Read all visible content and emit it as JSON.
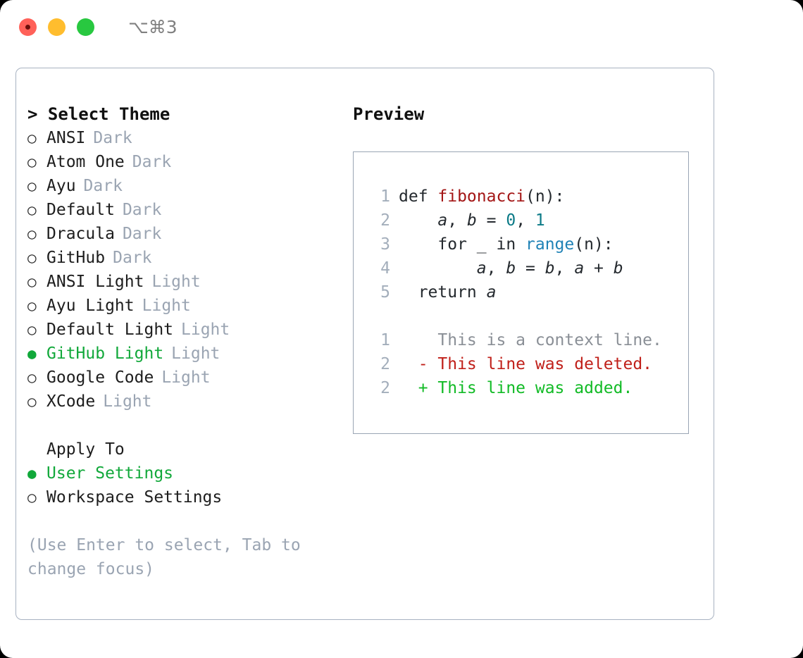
{
  "window": {
    "shortcut": "⌥⌘3",
    "traffic_lights": [
      "close-red",
      "minimize-yellow",
      "maximize-green"
    ],
    "colors": {
      "red": "#ff6159",
      "yellow": "#ffbd2e",
      "green": "#28c840",
      "accent_green": "#11a83a",
      "muted": "#9aa4b2",
      "panel_border": "#a8b2c1"
    }
  },
  "theme_list": {
    "title": "> Select Theme",
    "items": [
      {
        "label": "ANSI",
        "suffix": "Dark",
        "selected": false,
        "bullet": "○"
      },
      {
        "label": "Atom One",
        "suffix": "Dark",
        "selected": false,
        "bullet": "○"
      },
      {
        "label": "Ayu",
        "suffix": "Dark",
        "selected": false,
        "bullet": "○"
      },
      {
        "label": "Default",
        "suffix": "Dark",
        "selected": false,
        "bullet": "○"
      },
      {
        "label": "Dracula",
        "suffix": "Dark",
        "selected": false,
        "bullet": "○"
      },
      {
        "label": "GitHub",
        "suffix": "Dark",
        "selected": false,
        "bullet": "○"
      },
      {
        "label": "ANSI Light",
        "suffix": "Light",
        "selected": false,
        "bullet": "○"
      },
      {
        "label": "Ayu Light",
        "suffix": "Light",
        "selected": false,
        "bullet": "○"
      },
      {
        "label": "Default Light",
        "suffix": "Light",
        "selected": false,
        "bullet": "○"
      },
      {
        "label": "GitHub Light",
        "suffix": "Light",
        "selected": true,
        "bullet": "●"
      },
      {
        "label": "Google Code",
        "suffix": "Light",
        "selected": false,
        "bullet": "○"
      },
      {
        "label": "XCode",
        "suffix": "Light",
        "selected": false,
        "bullet": "○"
      }
    ]
  },
  "apply_to": {
    "title": "Apply To",
    "items": [
      {
        "label": "User Settings",
        "selected": true,
        "bullet": "●"
      },
      {
        "label": "Workspace Settings",
        "selected": false,
        "bullet": "○"
      }
    ]
  },
  "hint": {
    "line1": "(Use Enter to select, Tab to",
    "line2": "change focus)"
  },
  "preview": {
    "title": "Preview",
    "code_lines": [
      {
        "no": "1",
        "tokens": [
          {
            "t": "def ",
            "c": "kw"
          },
          {
            "t": "fibonacci",
            "c": "func"
          },
          {
            "t": "(n):",
            "c": "plain"
          }
        ]
      },
      {
        "no": "2",
        "tokens": [
          {
            "t": "    ",
            "c": "plain"
          },
          {
            "t": "a",
            "c": "var"
          },
          {
            "t": ", ",
            "c": "plain"
          },
          {
            "t": "b",
            "c": "var"
          },
          {
            "t": " = ",
            "c": "plain"
          },
          {
            "t": "0",
            "c": "num"
          },
          {
            "t": ", ",
            "c": "plain"
          },
          {
            "t": "1",
            "c": "num"
          }
        ]
      },
      {
        "no": "3",
        "tokens": [
          {
            "t": "    for _ in ",
            "c": "kw"
          },
          {
            "t": "range",
            "c": "builtin"
          },
          {
            "t": "(n):",
            "c": "plain"
          }
        ]
      },
      {
        "no": "4",
        "tokens": [
          {
            "t": "        ",
            "c": "plain"
          },
          {
            "t": "a",
            "c": "var"
          },
          {
            "t": ", ",
            "c": "plain"
          },
          {
            "t": "b",
            "c": "var"
          },
          {
            "t": " = ",
            "c": "plain"
          },
          {
            "t": "b",
            "c": "var"
          },
          {
            "t": ", ",
            "c": "plain"
          },
          {
            "t": "a",
            "c": "var"
          },
          {
            "t": " + ",
            "c": "plain"
          },
          {
            "t": "b",
            "c": "var"
          }
        ]
      },
      {
        "no": "5",
        "tokens": [
          {
            "t": "  return ",
            "c": "kw"
          },
          {
            "t": "a",
            "c": "var"
          }
        ]
      }
    ],
    "diff_lines": [
      {
        "no": "1",
        "marker": "  ",
        "text": "This is a context line.",
        "kind": "ctx"
      },
      {
        "no": "2",
        "marker": "- ",
        "text": "This line was deleted.",
        "kind": "del"
      },
      {
        "no": "2",
        "marker": "+ ",
        "text": "This line was added.",
        "kind": "add"
      }
    ]
  }
}
